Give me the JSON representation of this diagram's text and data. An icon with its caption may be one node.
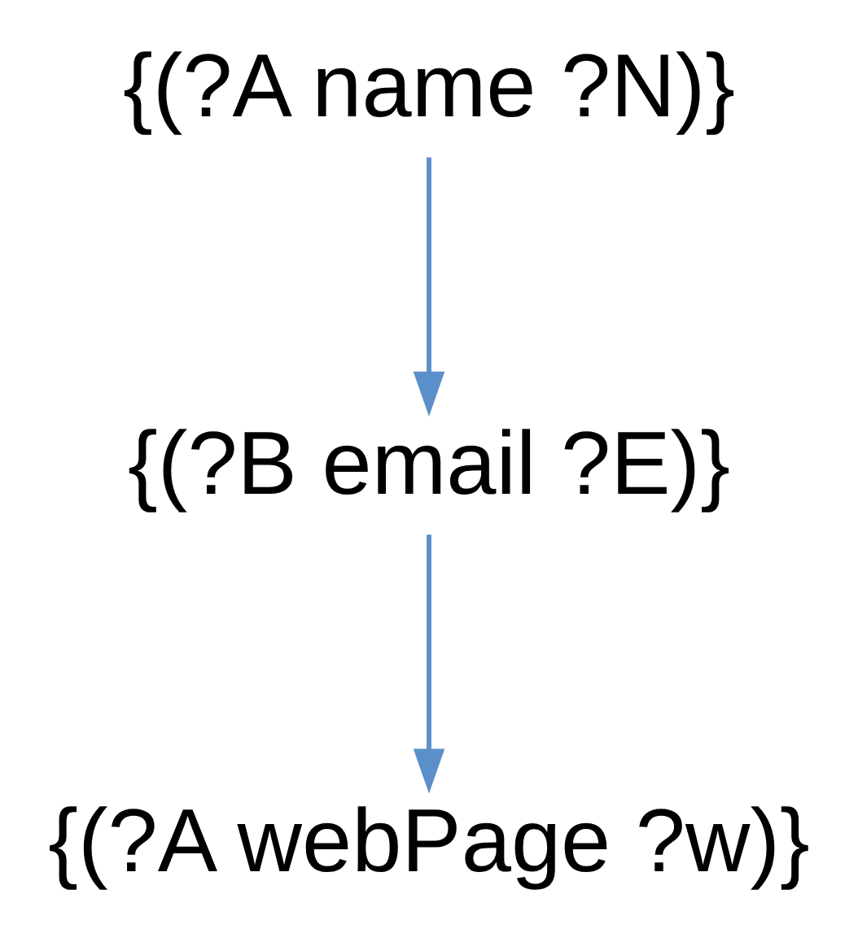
{
  "diagram": {
    "nodes": [
      {
        "text": [
          "{(?A name ?N)}"
        ]
      },
      {
        "text": [
          "{(?B email ?E)}"
        ]
      },
      {
        "text": [
          "{(?A webPage ?w)}"
        ]
      }
    ],
    "edges": [
      {
        "from": 0,
        "to": 1,
        "arrow": "to"
      },
      {
        "from": 1,
        "to": 2,
        "arrow": "to"
      }
    ]
  }
}
